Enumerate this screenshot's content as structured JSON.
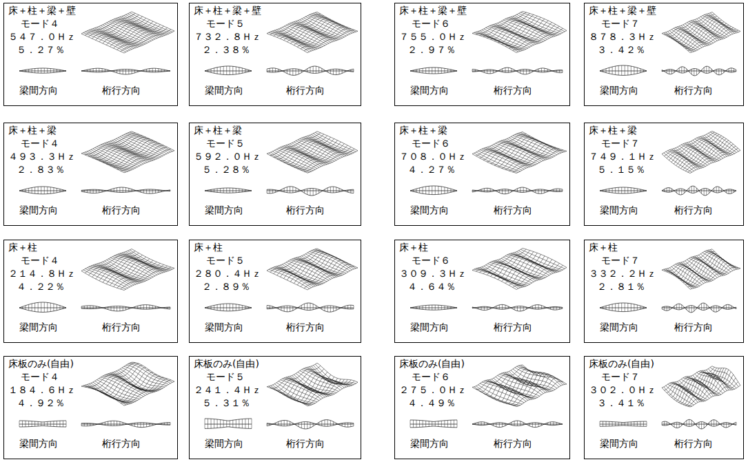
{
  "diagram": {
    "nodes": [
      {
        "text": [
          "床＋柱＋梁＋壁",
          "モード４",
          "５４７．０Ｈｚ",
          "５．２７％",
          "梁間方向",
          "桁行方向"
        ]
      },
      {
        "text": [
          "床＋柱＋梁＋壁",
          "モード５",
          "７３２．８Ｈｚ",
          "２．３８％",
          "梁間方向",
          "桁行方向"
        ]
      },
      {
        "text": [
          "床＋柱＋梁＋壁",
          "モード６",
          "７５５．０Ｈｚ",
          "２．９７％",
          "梁間方向",
          "桁行方向"
        ]
      },
      {
        "text": [
          "床＋柱＋梁＋壁",
          "モード７",
          "８７８．３Ｈｚ",
          "３．４２％",
          "梁間方向",
          "桁行方向"
        ]
      },
      {
        "text": [
          "床＋柱＋梁",
          "モード４",
          "４９３．３Ｈｚ",
          "２．８３％",
          "梁間方向",
          "桁行方向"
        ]
      },
      {
        "text": [
          "床＋柱＋梁",
          "モード５",
          "５９２．０Ｈｚ",
          "５．２８％",
          "梁間方向",
          "桁行方向"
        ]
      },
      {
        "text": [
          "床＋柱＋梁",
          "モード６",
          "７０８．０Ｈｚ",
          "４．２７％",
          "梁間方向",
          "桁行方向"
        ]
      },
      {
        "text": [
          "床＋柱＋梁",
          "モード７",
          "７４９．１Ｈｚ",
          "５．１５％",
          "梁間方向",
          "桁行方向"
        ]
      },
      {
        "text": [
          "床＋柱",
          "モード４",
          "２１４．８Ｈｚ",
          "４．２２％",
          "梁間方向",
          "桁行方向"
        ]
      },
      {
        "text": [
          "床＋柱",
          "モード５",
          "２８０．４Ｈｚ",
          "２．８９％",
          "梁間方向",
          "桁行方向"
        ]
      },
      {
        "text": [
          "床＋柱",
          "モード６",
          "３０９．３Ｈｚ",
          "４．６４％",
          "梁間方向",
          "桁行方向"
        ]
      },
      {
        "text": [
          "床＋柱",
          "モード７",
          "３３２．２Ｈｚ",
          "２．８１％",
          "梁間方向",
          "桁行方向"
        ]
      },
      {
        "text": [
          "床板のみ(自由)",
          "モード４",
          "１８４．６Ｈｚ",
          "４．９２％",
          "梁間方向",
          "桁行方向"
        ]
      },
      {
        "text": [
          "床板のみ(自由)",
          "モード５",
          "２４１．４Ｈｚ",
          "５．３１％",
          "梁間方向",
          "桁行方向"
        ]
      },
      {
        "text": [
          "床板のみ(自由)",
          "モード６",
          "２７５．０Ｈｚ",
          "４．４９％",
          "梁間方向",
          "桁行方向"
        ]
      },
      {
        "text": [
          "床板のみ(自由)",
          "モード７",
          "３０２．０Ｈｚ",
          "３．４１％",
          "梁間方向",
          "桁行方向"
        ]
      }
    ]
  }
}
